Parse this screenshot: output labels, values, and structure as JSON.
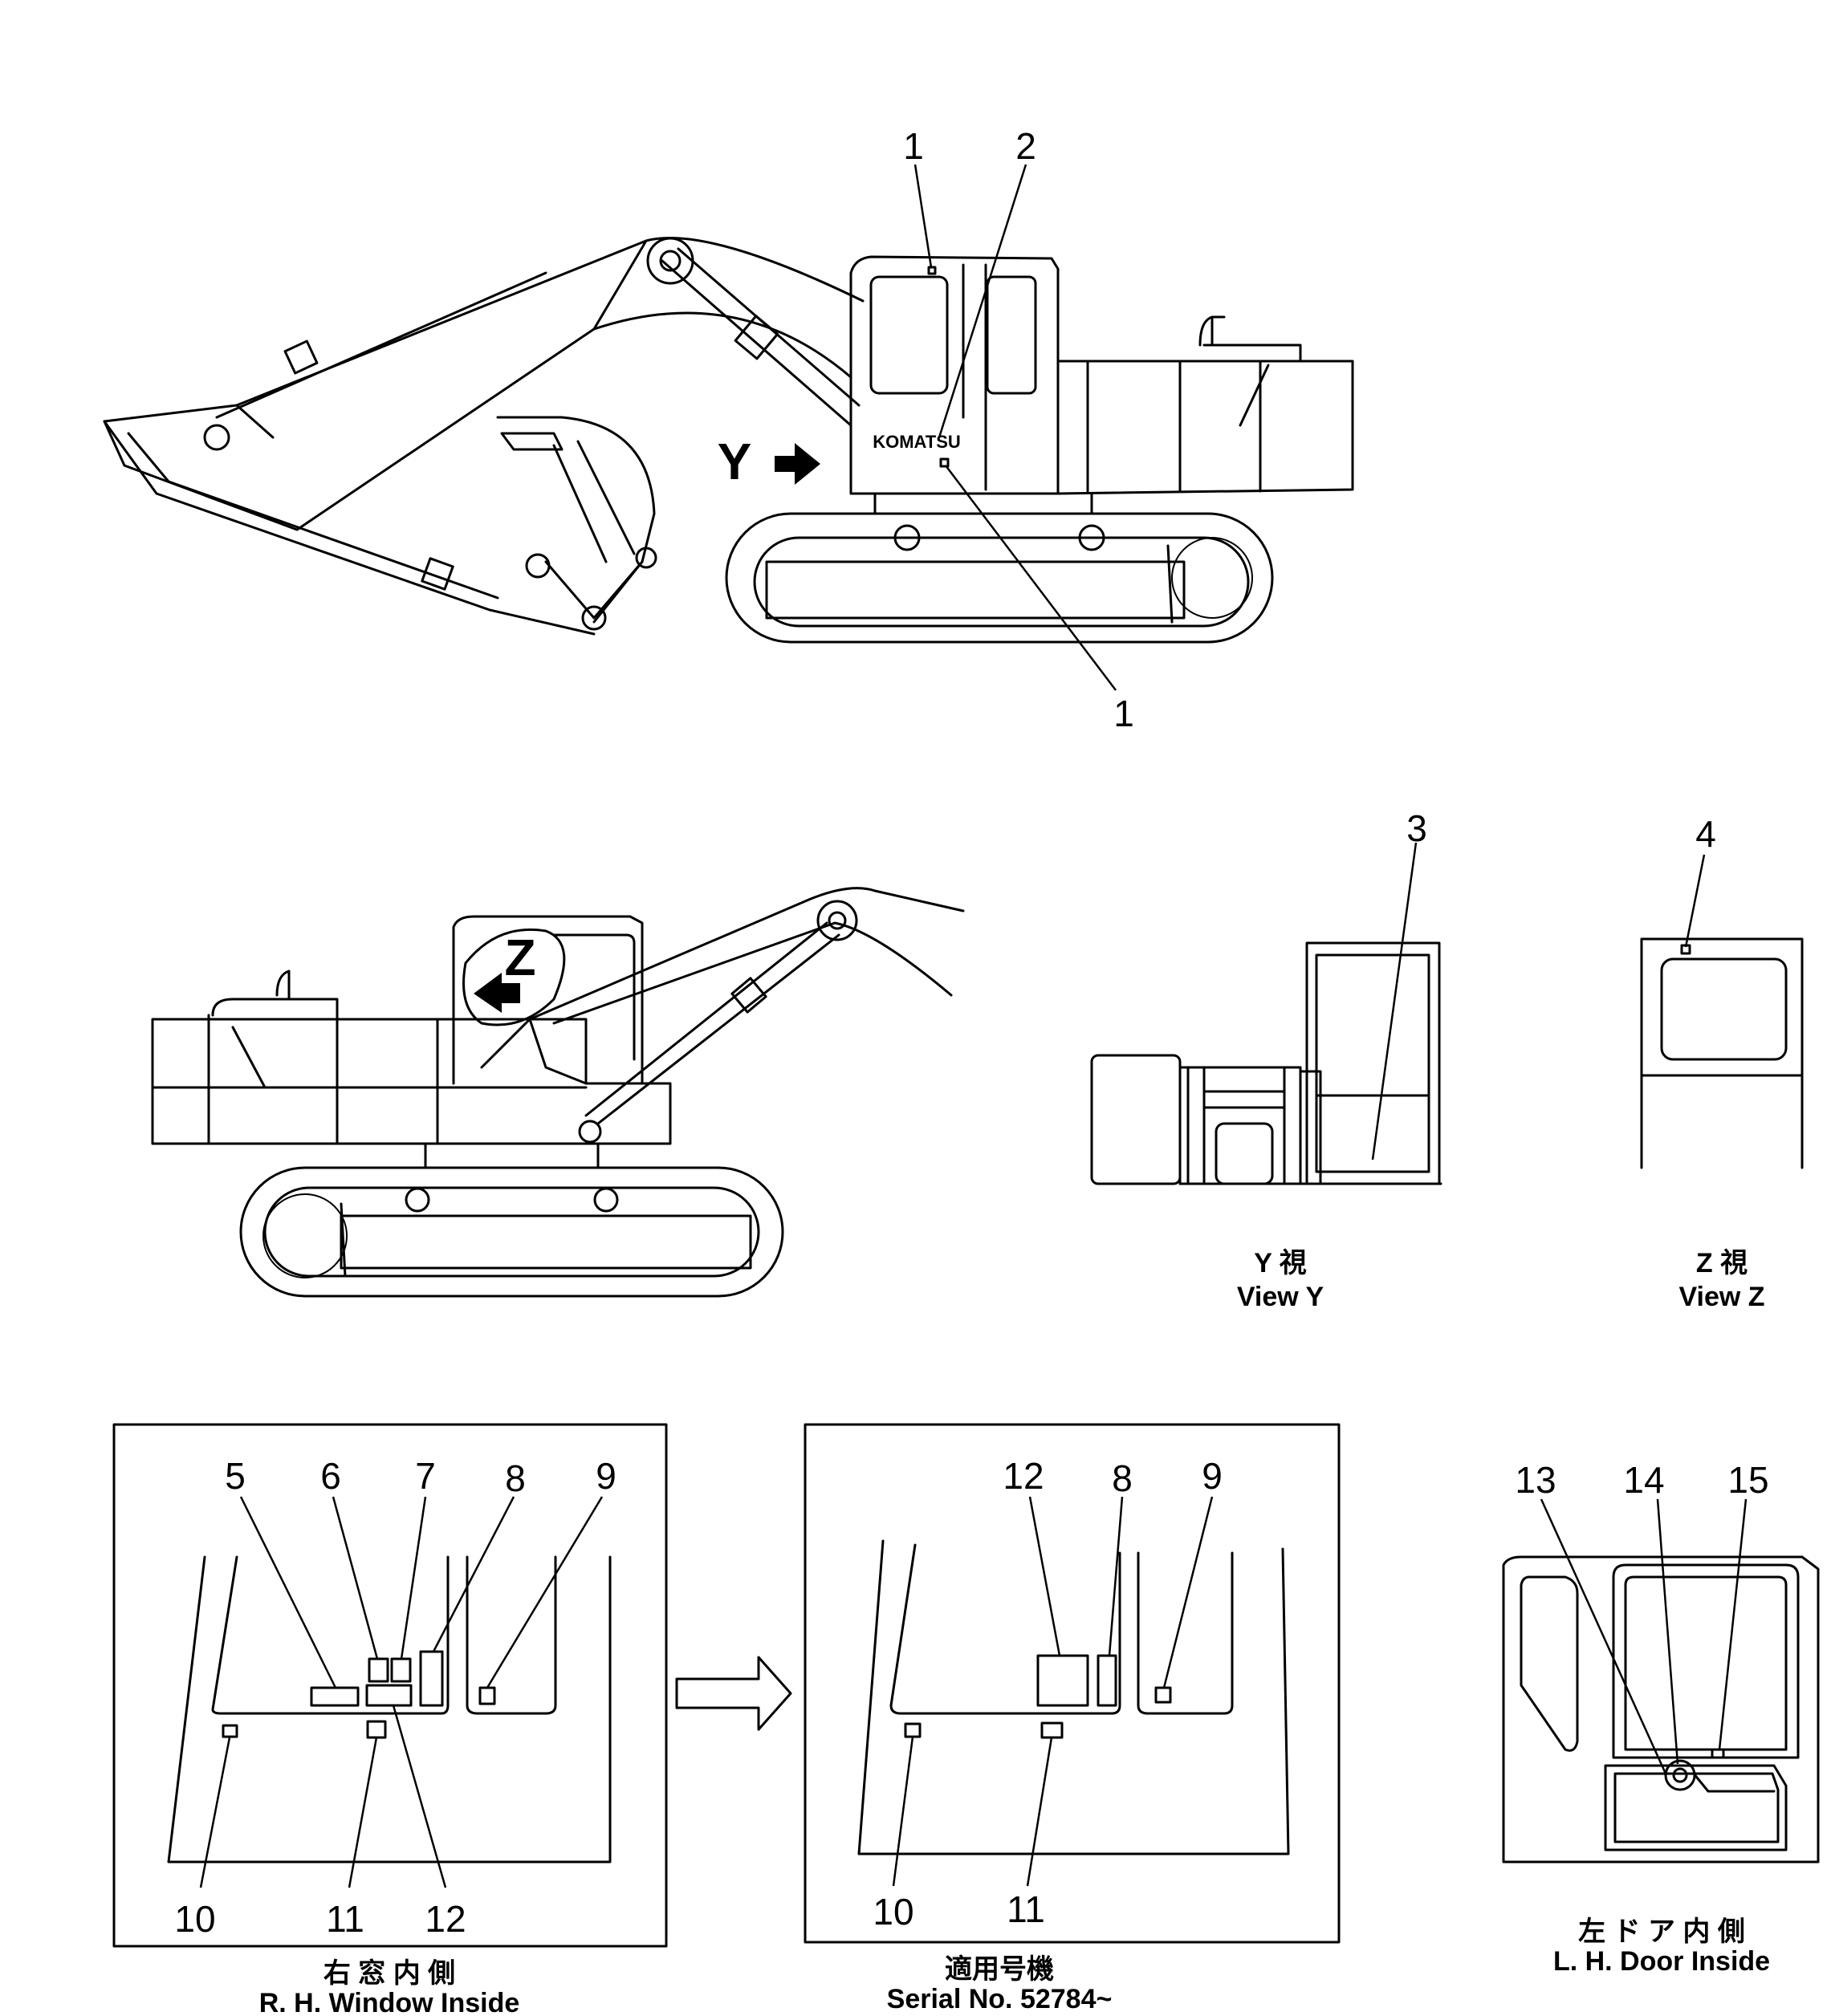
{
  "callouts_top": [
    "1",
    "2",
    "1"
  ],
  "brand": "KOMATSU",
  "view_markers": {
    "y": "Y",
    "z": "Z"
  },
  "callouts_views": {
    "view_y": "3",
    "view_z": "4"
  },
  "captions": {
    "view_y": {
      "jp": "Y 視",
      "en": "View Y"
    },
    "view_z": {
      "jp": "Z 視",
      "en": "View Z"
    },
    "rh_window": {
      "jp": "右 窓 内 側",
      "en": "R. H. Window Inside"
    },
    "serial": {
      "jp": "適用号機",
      "en": "Serial No. 52784~"
    },
    "lh_door": {
      "jp": "左 ド ア 内 側",
      "en": "L. H. Door Inside"
    }
  },
  "rh_window_callouts": [
    "5",
    "6",
    "7",
    "8",
    "9",
    "10",
    "11",
    "12"
  ],
  "serial_callouts": [
    "12",
    "8",
    "9",
    "10",
    "11"
  ],
  "lh_door_callouts": [
    "13",
    "14",
    "15"
  ]
}
